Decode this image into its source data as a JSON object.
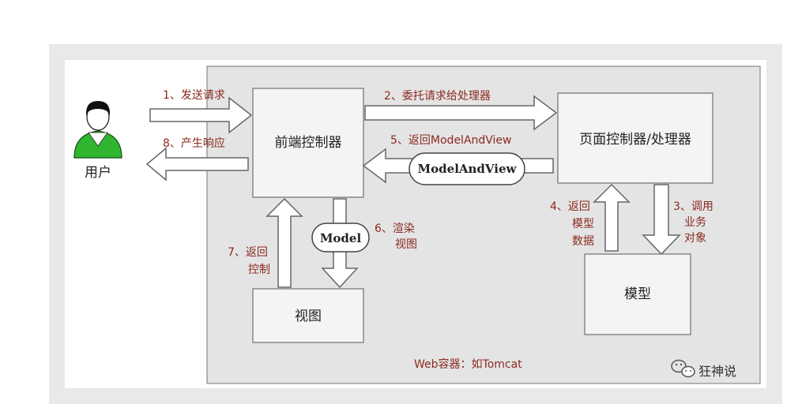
{
  "user": {
    "label": "用户"
  },
  "nodes": {
    "front_controller": "前端控制器",
    "page_controller": "页面控制器/处理器",
    "model": "模型",
    "view": "视图"
  },
  "ovals": {
    "model_and_view": "ModelAndView",
    "model": "Model"
  },
  "steps": {
    "s1": "1、发送请求",
    "s2": "2、委托请求给处理器",
    "s3_line1": "3、调用",
    "s3_line2": "业务",
    "s3_line3": "对象",
    "s4_line1": "4、返回",
    "s4_line2": "模型",
    "s4_line3": "数据",
    "s5": "5、返回ModelAndView",
    "s6_line1": "6、渲染",
    "s6_line2": "视图",
    "s7_line1": "7、返回",
    "s7_line2": "控制",
    "s8": "8、产生响应"
  },
  "container_label": "Web容器：如Tomcat",
  "watermark": {
    "text": "狂神说",
    "icon": "wechat-icon"
  }
}
